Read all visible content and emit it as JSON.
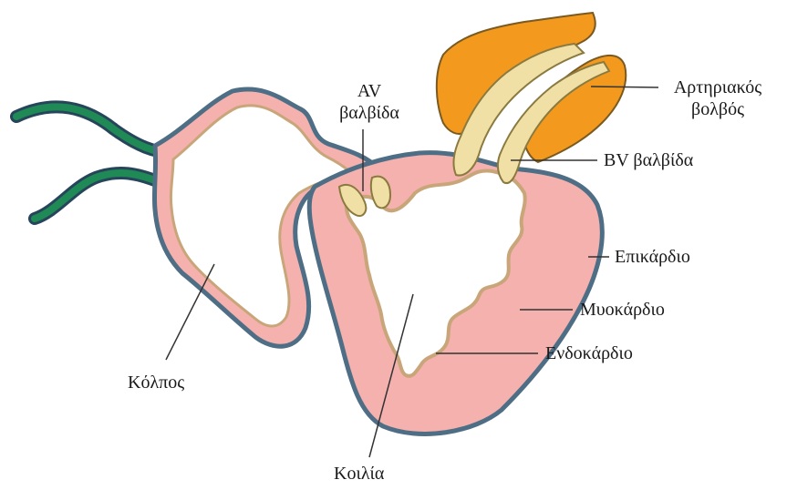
{
  "labels": {
    "av_valve_line1": "AV",
    "av_valve_line2": "βαλβίδα",
    "arterial_bulb_line1": "Αρτηριακός",
    "arterial_bulb_line2": "βολβός",
    "bv_valve": "BV βαλβίδα",
    "epicardium": "Επικάρδιο",
    "myocardium": "Μυοκάρδιο",
    "endocardium": "Ενδοκάρδιο",
    "atrium": "Κόλπος",
    "ventricle": "Κοιλία"
  },
  "colors": {
    "myocardium_pink": "#f4b1ae",
    "epicardium_blue": "#4e6e86",
    "endocardium_tan": "#c9a67a",
    "valve_cream": "#f0e0a6",
    "arterial_bulb_orange": "#f39a1e",
    "vein_green": "#1f8a55",
    "leader_line": "#333333"
  }
}
